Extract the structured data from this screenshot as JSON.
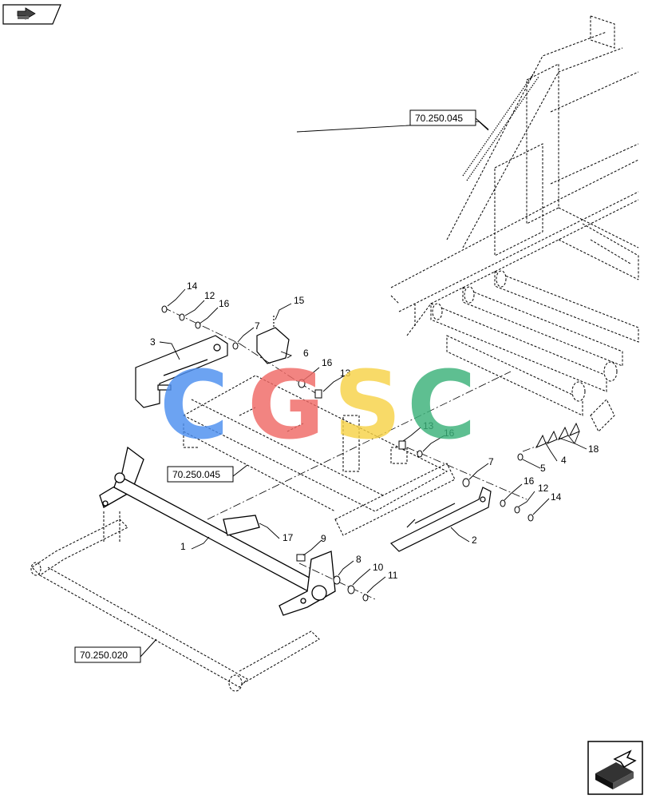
{
  "header": {
    "nav_icon": "hand-pointing-icon"
  },
  "diagram": {
    "callouts": [
      "1",
      "2",
      "3",
      "4",
      "5",
      "6",
      "7",
      "8",
      "9",
      "10",
      "11",
      "12",
      "13",
      "14",
      "15",
      "16",
      "17",
      "18"
    ],
    "labels": {
      "c14_top": "14",
      "c12_top": "12",
      "c16_top": "16",
      "c15": "15",
      "c7_top": "7",
      "c3": "3",
      "c6": "6",
      "c16_mid": "16",
      "c13_mid": "13",
      "c13_low": "13",
      "c16_low": "16",
      "c5": "5",
      "c4": "4",
      "c18": "18",
      "c7_right": "7",
      "c16_right": "16",
      "c12_right": "12",
      "c14_right": "14",
      "c17": "17",
      "c1": "1",
      "c2": "2",
      "c9": "9",
      "c8": "8",
      "c10": "10",
      "c11": "11"
    },
    "references": {
      "ref_top": "70.250.045",
      "ref_mid": "70.250.045",
      "ref_bottom": "70.250.020"
    }
  },
  "watermark": {
    "letters": [
      "C",
      "G",
      "S",
      "C"
    ],
    "colors": [
      "#4d8ff0",
      "#f06a66",
      "#f7d248",
      "#3bb27a"
    ]
  },
  "footer": {
    "nav_icon": "next-page-arrow-icon"
  }
}
